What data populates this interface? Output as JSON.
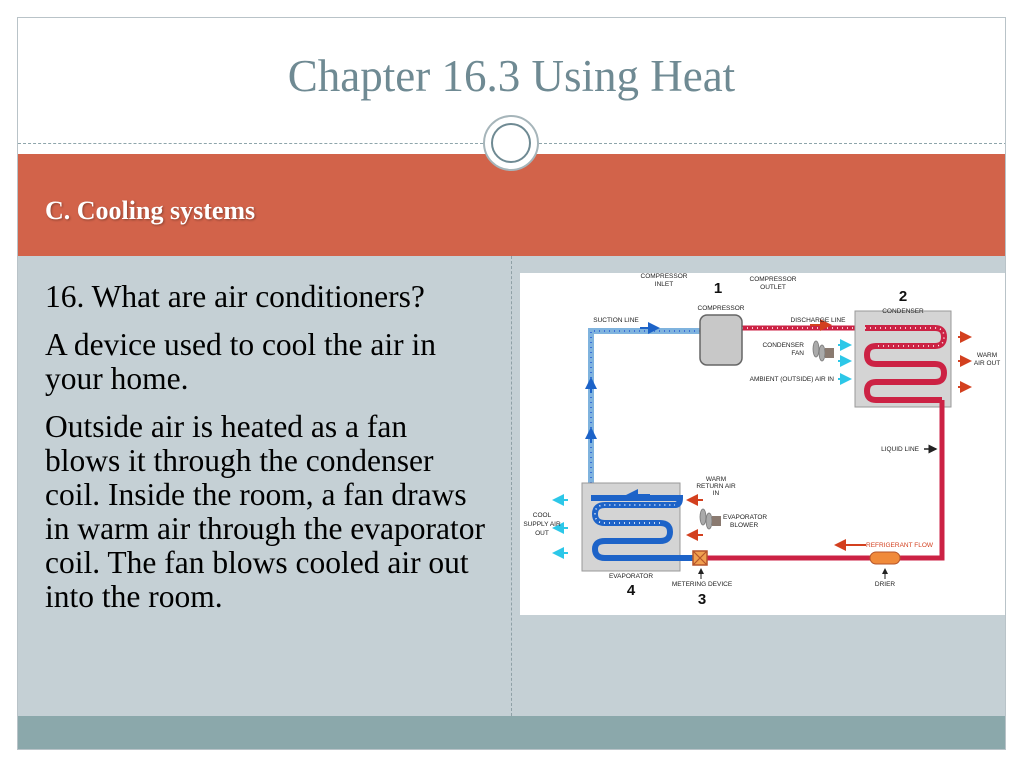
{
  "slide": {
    "title": "Chapter 16.3 Using Heat",
    "subtitle": "C. Cooling systems",
    "paragraphs": [
      "16. What are air conditioners?",
      "A device used to cool the air in your home.",
      "Outside air is heated as a fan blows it through the condenser coil. Inside the room, a fan draws in warm air through the evaporator coil. The fan blows cooled air out into the room."
    ]
  },
  "diagram": {
    "compressor_inlet": [
      "COMPRESSOR",
      "INLET"
    ],
    "compressor_outlet": [
      "COMPRESSOR",
      "OUTLET"
    ],
    "compressor": "COMPRESSOR",
    "suction_line": "SUCTION LINE",
    "discharge_line": "DISCHARGE LINE",
    "condenser": "CONDENSER",
    "condenser_fan": [
      "CONDENSER",
      "FAN"
    ],
    "ambient_air": "AMBIENT (OUTSIDE) AIR IN",
    "warm_air_out": [
      "WARM",
      "AIR OUT"
    ],
    "liquid_line": "LIQUID LINE",
    "warm_return_air": [
      "WARM",
      "RETURN AIR",
      "IN"
    ],
    "evaporator_blower": [
      "EVAPORATOR",
      "BLOWER"
    ],
    "cool_supply_air": [
      "COOL",
      "SUPPLY AIR",
      "OUT"
    ],
    "evaporator": "EVAPORATOR",
    "metering_device": "METERING DEVICE",
    "refrigerant_flow": "REFRIGERANT FLOW",
    "drier": "DRIER",
    "numbers": [
      "1",
      "2",
      "3",
      "4"
    ],
    "colors": {
      "hot_line": "#cc2244",
      "cold_line": "#7fb3de",
      "cold_coil": "#1d63c8",
      "flow_arrow": "#d3401f",
      "air_arrow": "#2cc7e8",
      "flow_dot_blue": "#3a6fd8",
      "unit_fill": "#c8c8c8"
    }
  },
  "theme": {
    "title_color": "#6f8a93",
    "band_color": "#d2634a",
    "content_bg": "#c5d0d5",
    "footer_color": "#8ba8ab"
  }
}
